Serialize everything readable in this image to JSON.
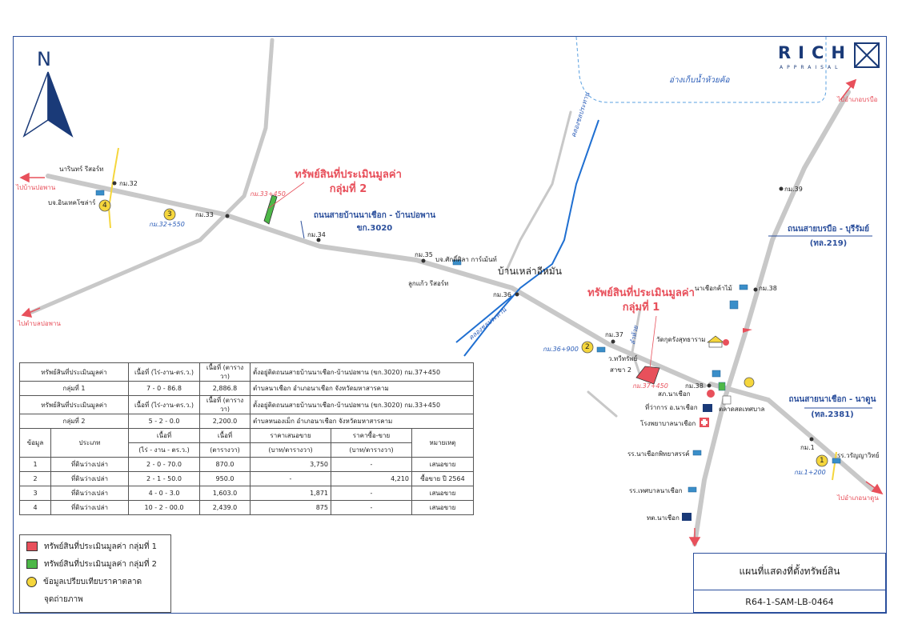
{
  "logo": {
    "brand": "RICH",
    "sub": "APPRAISAL"
  },
  "north": "N",
  "reservoir": "อ่างเก็บน้ำห้วยค้อ",
  "directions": {
    "to_borabue": "ไปอำเภอบรบือ",
    "to_ban_pho_phan_top": "ไปบ้านปอพาน",
    "to_ban_pho_phan_bottom": "ไปตำบลปอพาน",
    "to_na_dun": "ไปอำเภอนาดูน"
  },
  "roads": {
    "r3020_name": "ถนนสายบ้านนาเชือก - บ้านปอพาน",
    "r3020_code": "ขก.3020",
    "r219_name": "ถนนสายบรบือ - บุรีรัมย์",
    "r219_code": "(ทล.219)",
    "r2381_name": "ถนนสายนาเชือก - นาดูน",
    "r2381_code": "(ทล.2381)",
    "canal_1": "คลองชลประทาน",
    "canal_2": "คลองชลประทาน",
    "small_road": "ลำห้วย"
  },
  "places": {
    "narin_resort": "นารินทร์ รีสอร์ท",
    "km32": "กม.32",
    "company_intech": "บจ.อินเทคโซล่าร์",
    "km33": "กม.33",
    "km32_550": "กม.32+550",
    "km34": "กม.34",
    "km35": "กม.35",
    "company_sakdi": "บจ.ศักดิ์ศิลา การ์เม้นท์",
    "lukkaew_resort": "ลูกแก้ว รีสอร์ท",
    "ban_lao": "บ้านเหล่าอีหมัน",
    "km36": "กม.36",
    "km37": "กม.37",
    "km36_900": "กม.36+900",
    "tawee_branch_1": "ว.ทวีทรัพย์",
    "tawee_branch_2": "สาขา 2",
    "km37_450": "กม.37+450",
    "km33_450": "กม.33+450",
    "km39": "กม.39",
    "km38_top": "กม.38",
    "na_chuak_wood": "นาเชือกค้าไม้",
    "wat": "วัดกุดรังสุทธาราม",
    "km38": "กม.38",
    "police": "สภ.นาเชือก",
    "district_office": "ที่ว่าการ อ.นาเชือก",
    "market": "ตลาดสดเทศบาล",
    "hospital": "โรงพยาบาลนาเชือก",
    "school_pitthaya": "รร.นาเชือกพิทยาสรรค์",
    "school_municipal": "รร.เทศบาลนาเชือก",
    "municipal_office": "ทต.นาเชือก",
    "km1": "กม.1",
    "km1_200": "กม.1+200",
    "school_warunya": "รร.วรัญญาวิทย์"
  },
  "targets": {
    "group1_title": "ทรัพย์สินที่ประเมินมูลค่า",
    "group1_sub": "กลุ่มที่ 1",
    "group2_title": "ทรัพย์สินที่ประเมินมูลค่า",
    "group2_sub": "กลุ่มที่ 2"
  },
  "markers": {
    "m1": "1",
    "m2": "2",
    "m3": "3",
    "m4": "4"
  },
  "table": {
    "g1": {
      "label1": "ทรัพย์สินที่ประเมินมูลค่า",
      "label2": "กลุ่มที่ 1",
      "area_hdr": "เนื้อที่ (ไร่-งาน-ตร.ว.)",
      "area": "7 - 0 - 86.8",
      "area_sqw_hdr": "เนื้อที่ (ตารางวา)",
      "area_sqw": "2,886.8",
      "loc1": "ตั้งอยู่ติดถนนสายบ้านนาเชือก-บ้านปอพาน (ขก.3020) กม.37+450",
      "loc2": "ตำบลนาเชือก อำเภอนาเชือก จังหวัดมหาสารคาม"
    },
    "g2": {
      "label1": "ทรัพย์สินที่ประเมินมูลค่า",
      "label2": "กลุ่มที่ 2",
      "area_hdr": "เนื้อที่ (ไร่-งาน-ตร.ว.)",
      "area": "5 - 2 - 0.0",
      "area_sqw_hdr": "เนื้อที่ (ตารางวา)",
      "area_sqw": "2,200.0",
      "loc1": "ตั้งอยู่ติดถนนสายบ้านนาเชือก-บ้านปอพาน (ขก.3020) กม.33+450",
      "loc2": "ตำบลหนองเม็ก อำเภอนาเชือก จังหวัดมหาสารคาม"
    },
    "headers": {
      "no": "ข้อมูล",
      "type": "ประเภท",
      "area_top": "เนื้อที่",
      "area_bot": "(ไร่ - งาน - ตร.ว.)",
      "sqw_top": "เนื้อที่",
      "sqw_bot": "(ตารางวา)",
      "offer_top": "ราคาเสนอขาย",
      "offer_bot": "(บาท/ตารางวา)",
      "trade_top": "ราคาซื้อ-ขาย",
      "trade_bot": "(บาท/ตารางวา)",
      "note": "หมายเหตุ"
    },
    "rows": [
      {
        "no": "1",
        "type": "ที่ดินว่างเปล่า",
        "area": "2 - 0 - 70.0",
        "sqw": "870.0",
        "offer": "3,750",
        "trade": "-",
        "note": "เสนอขาย"
      },
      {
        "no": "2",
        "type": "ที่ดินว่างเปล่า",
        "area": "2 - 1 - 50.0",
        "sqw": "950.0",
        "offer": "-",
        "trade": "4,210",
        "note": "ซื้อขาย ปี 2564"
      },
      {
        "no": "3",
        "type": "ที่ดินว่างเปล่า",
        "area": "4 - 0 - 3.0",
        "sqw": "1,603.0",
        "offer": "1,871",
        "trade": "-",
        "note": "เสนอขาย"
      },
      {
        "no": "4",
        "type": "ที่ดินว่างเปล่า",
        "area": "10 - 2 - 00.0",
        "sqw": "2,439.0",
        "offer": "875",
        "trade": "-",
        "note": "เสนอขาย"
      }
    ]
  },
  "legend": {
    "g1": "ทรัพย์สินที่ประเมินมูลค่า กลุ่มที่ 1",
    "g2": "ทรัพย์สินที่ประเมินมูลค่า กลุ่มที่ 2",
    "comp": "ข้อมูลเปรียบเทียบราคาตลาด",
    "photo": "จุดถ่ายภาพ"
  },
  "title_box": {
    "title": "แผนที่แสดงที่ตั้งทรัพย์สิน",
    "code": "R64-1-SAM-LB-0464"
  },
  "colors": {
    "road": "#c8c8c8",
    "canal": "#1f6fd1",
    "red": "#e8505b",
    "green": "#4db848",
    "yellow": "#f5d63c",
    "frame": "#2b4f9c"
  }
}
